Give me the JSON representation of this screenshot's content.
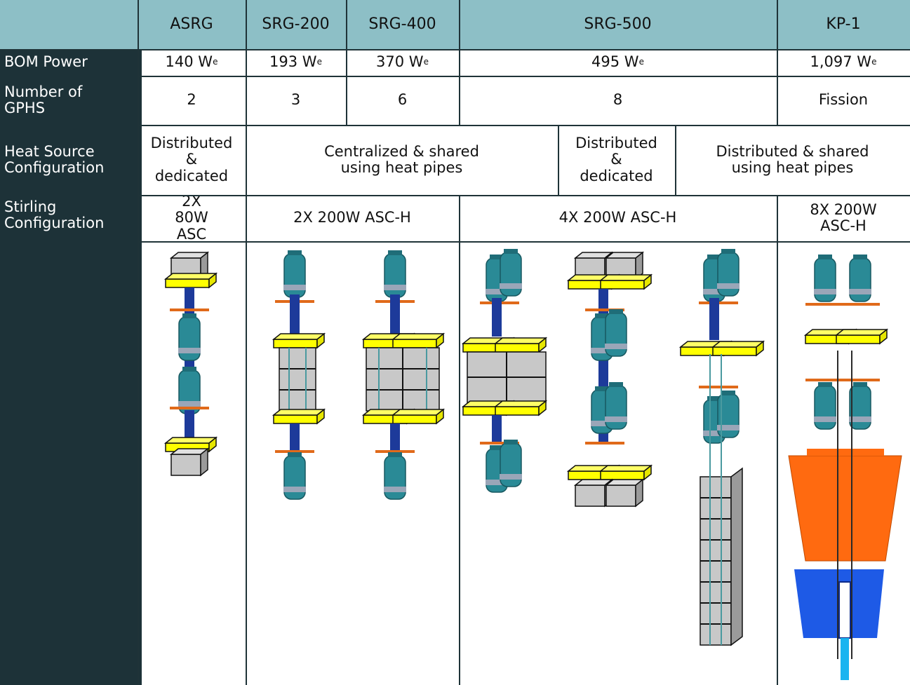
{
  "header": {
    "blank": "",
    "cols": [
      "ASRG",
      "SRG-200",
      "SRG-400",
      "SRG-500",
      "KP-1"
    ]
  },
  "rows": {
    "bom": {
      "label": "BOM Power",
      "unit_sub": "e",
      "values": [
        "140 W",
        "193 W",
        "370 W",
        "495 W",
        "1,097 W"
      ]
    },
    "gphs": {
      "label": "Number of GPHS",
      "values": [
        "2",
        "3",
        "6",
        "8",
        "Fission"
      ]
    },
    "heat": {
      "label": "Heat Source Configuration",
      "values": [
        "Distributed & dedicated",
        "Centralized & shared using heat pipes",
        "Distributed & dedicated",
        "Distributed & shared using heat pipes"
      ]
    },
    "stirling": {
      "label": "Stirling Configuration",
      "values": [
        "2X 80W ASC",
        "2X 200W ASC-H",
        "4X 200W ASC-H",
        "8X 200W ASC-H"
      ]
    }
  },
  "colors": {
    "header_bg": "#8dbfc6",
    "label_bg": "#1d3238",
    "gphs_block": "#c8c8c8",
    "insulation": "#ffff00",
    "convertor": "#2a8a96",
    "heat_pipe": "#ff6600",
    "reactor": "#1e5ae6"
  }
}
